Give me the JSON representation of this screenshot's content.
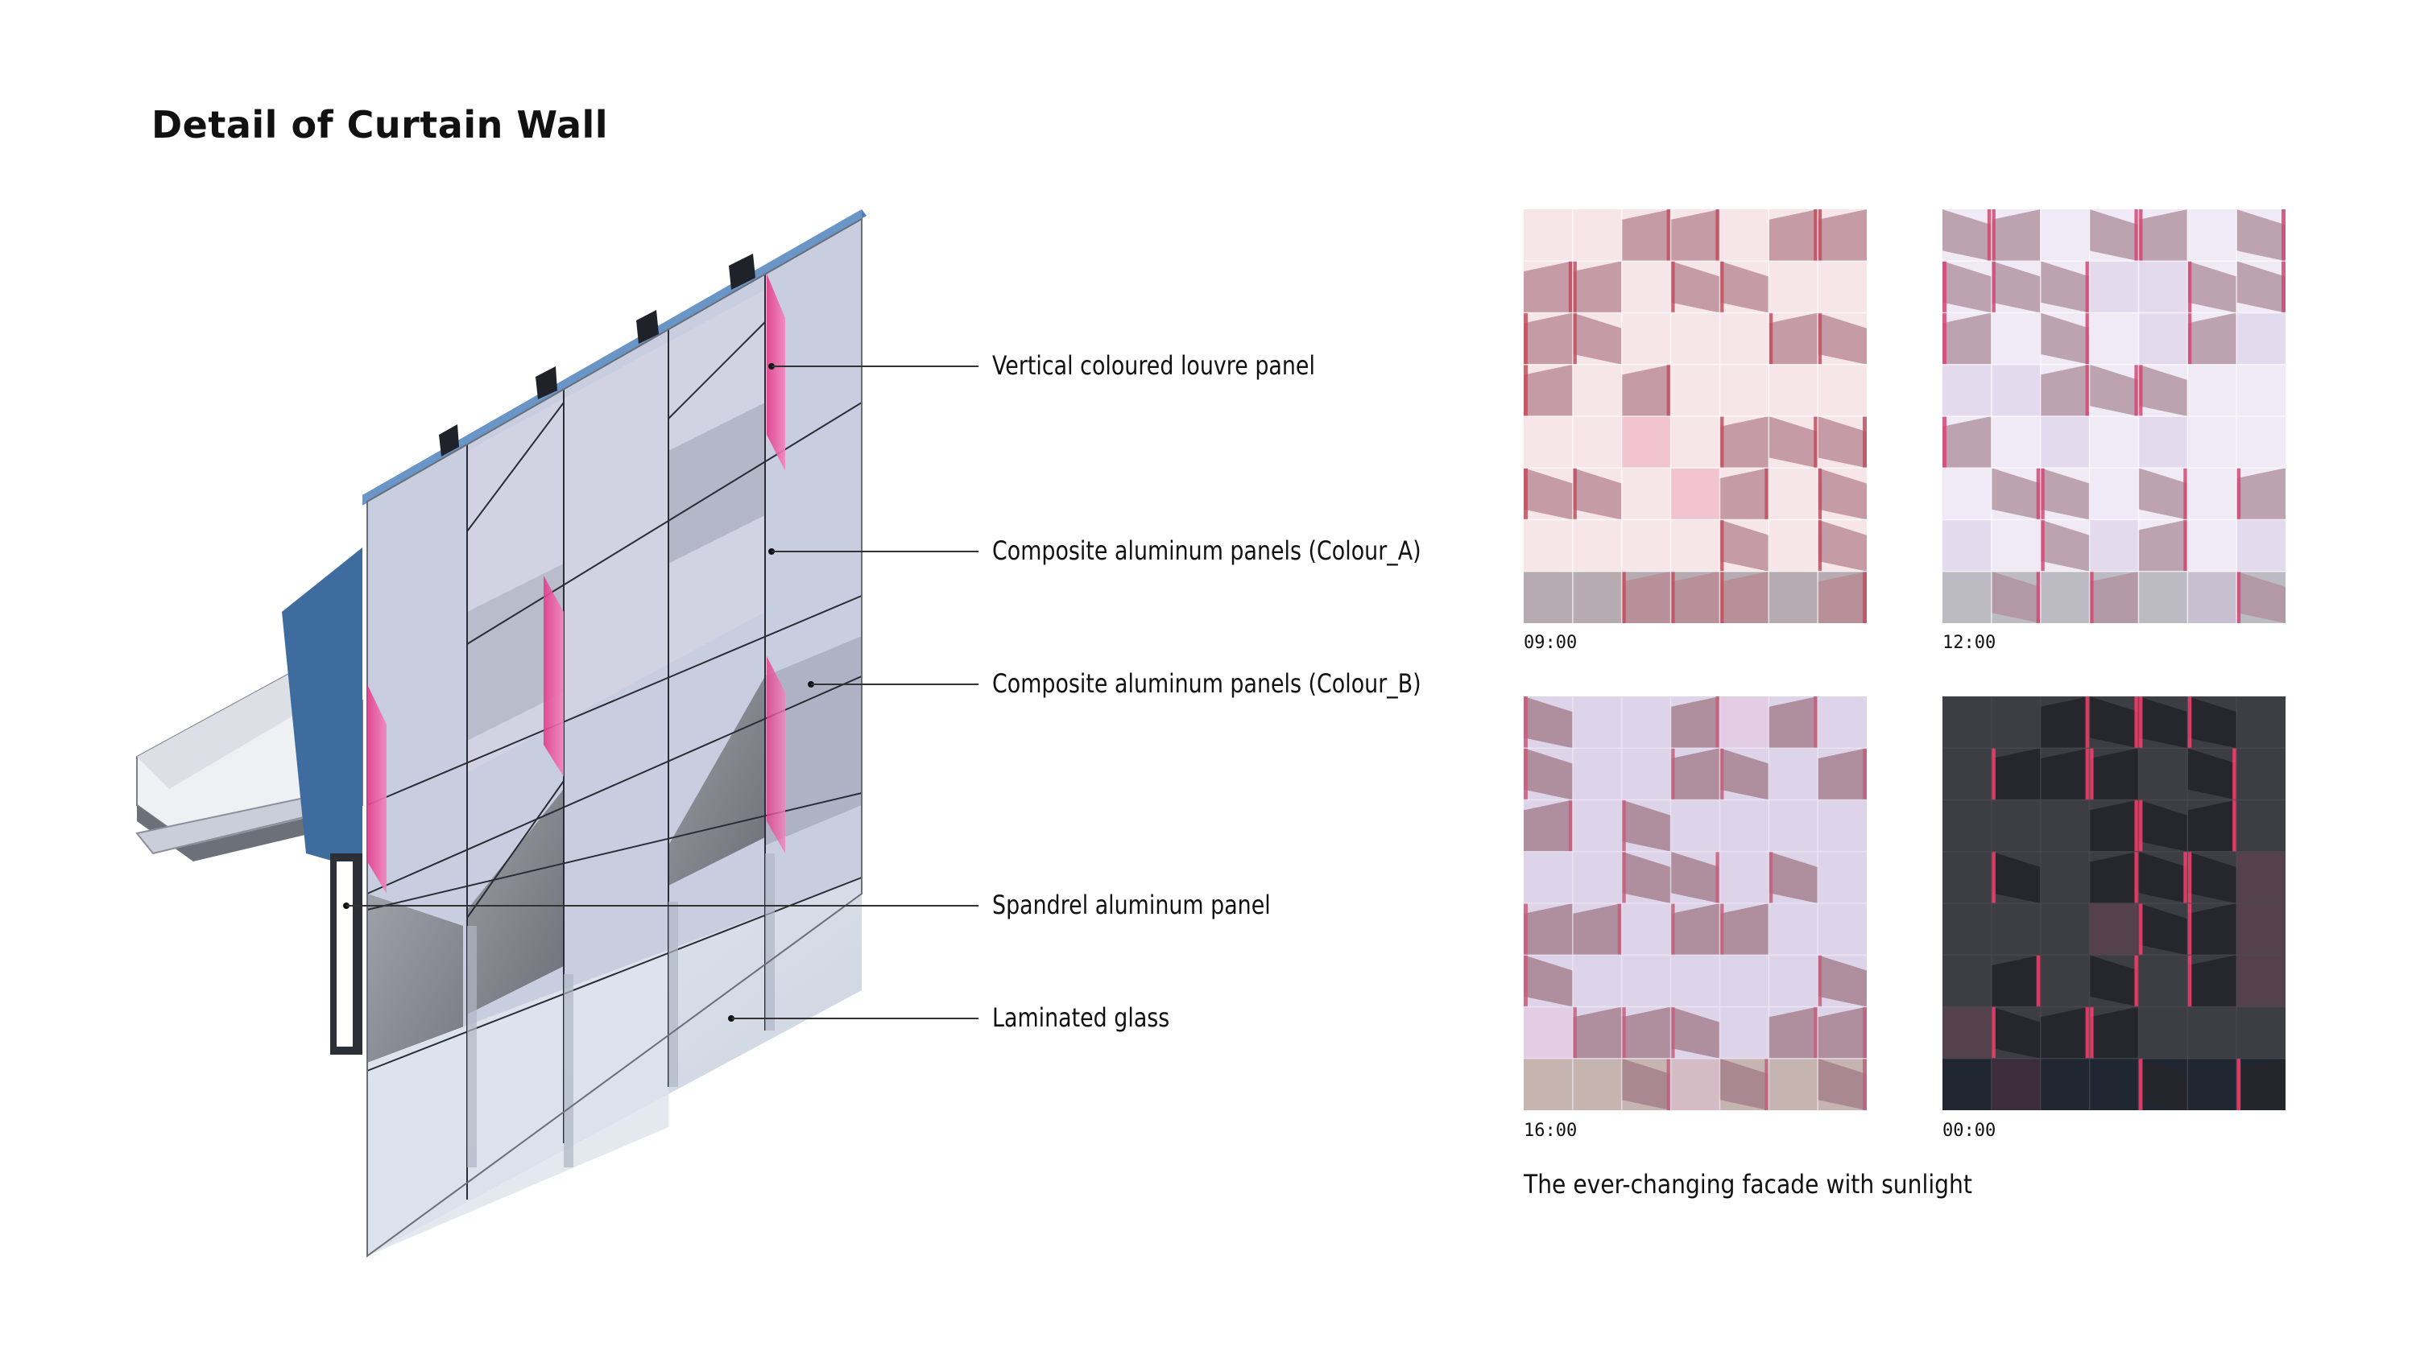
{
  "page": {
    "title": "Detail of Curtain Wall"
  },
  "callouts": [
    "Vertical coloured louvre panel",
    "Composite aluminum panels (Colour_A)",
    "Composite aluminum panels (Colour_B)",
    "Spandrel aluminum panel",
    "Laminated glass"
  ],
  "facade_studies": {
    "caption": "The ever-changing facade with sunlight",
    "times": [
      "09:00",
      "12:00",
      "16:00",
      "00:00"
    ]
  },
  "colors": {
    "louvre_pink": "#e94c96",
    "panel_lavender": "#c9cde0",
    "roof_blue": "#4f7fb4",
    "night": "#3a3a3f"
  }
}
